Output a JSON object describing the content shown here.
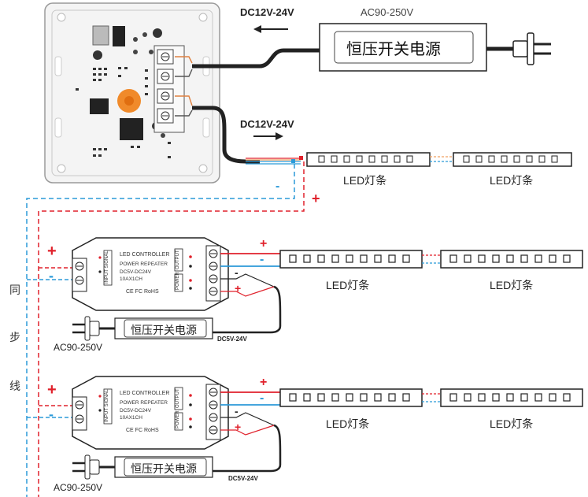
{
  "top": {
    "ac_label": "AC90-250V",
    "dc_in_label": "DC12V-24V",
    "dc_out_label": "DC12V-24V",
    "psu_label": "恒压开关电源",
    "led_strip_1": "LED灯条",
    "led_strip_2": "LED灯条",
    "plus": "+",
    "minus": "-"
  },
  "sync_line": [
    "同",
    "步",
    "线"
  ],
  "repeaters": [
    {
      "controller_title": "LED CONTROLLER",
      "controller_sub": "POWER REPEATER",
      "controller_volt": "DC5V-DC24V",
      "controller_ch": "10AX1CH",
      "cert": "CE FC RoHS",
      "input_tag": "INPUT SIGNAL",
      "output_tag": "OUTPUT",
      "power_tag": "POWER",
      "psu_label": "恒压开关电源",
      "ac_label": "AC90-250V",
      "dc_label": "DC5V-24V",
      "led_strip_1": "LED灯条",
      "led_strip_2": "LED灯条",
      "plus": "+",
      "minus": "-"
    },
    {
      "controller_title": "LED CONTROLLER",
      "controller_sub": "POWER REPEATER",
      "controller_volt": "DC5V-DC24V",
      "controller_ch": "10AX1CH",
      "cert": "CE FC RoHS",
      "input_tag": "INPUT SIGNAL",
      "output_tag": "OUTPUT",
      "power_tag": "POWER",
      "psu_label": "恒压开关电源",
      "ac_label": "AC90-250V",
      "dc_label": "DC5V-24V",
      "led_strip_1": "LED灯条",
      "led_strip_2": "LED灯条",
      "plus": "+",
      "minus": "-"
    }
  ],
  "colors": {
    "positive": "#e0212b",
    "negative": "#2b9ad8",
    "wire": "#222222",
    "knob": "#f08a2a"
  }
}
